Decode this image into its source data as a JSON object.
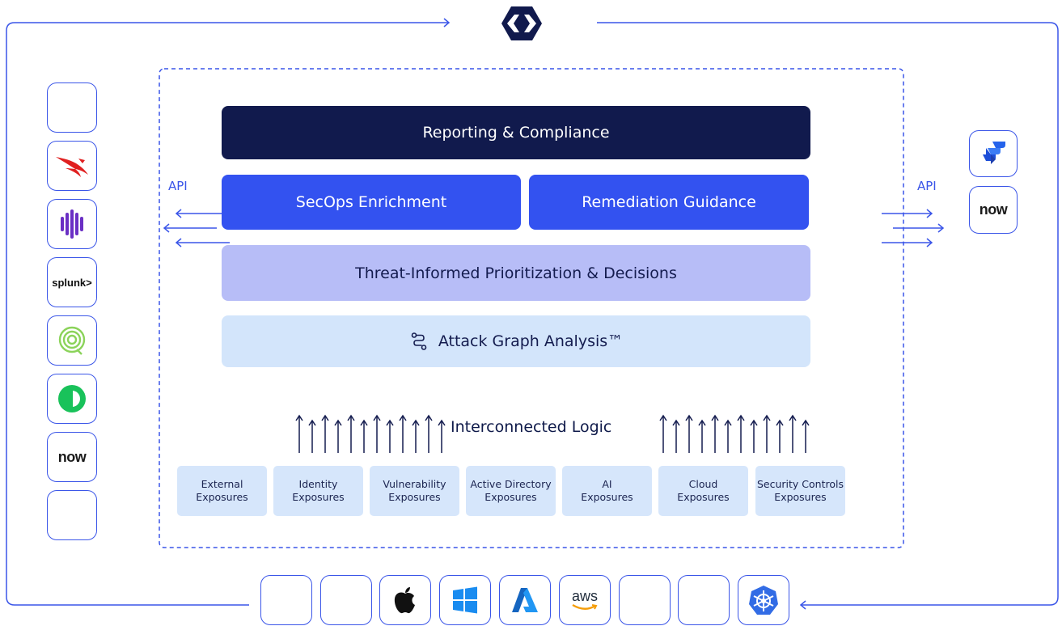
{
  "layers": {
    "reporting": "Reporting & Compliance",
    "secops": "SecOps Enrichment",
    "remediation": "Remediation Guidance",
    "prioritization": "Threat-Informed Prioritization & Decisions",
    "attack_graph": "Attack Graph Analysis™"
  },
  "api_left": "API",
  "api_right": "API",
  "logic_label": "Interconnected Logic",
  "exposures": [
    {
      "line1": "External",
      "line2": "Exposures"
    },
    {
      "line1": "Identity",
      "line2": "Exposures"
    },
    {
      "line1": "Vulnerability",
      "line2": "Exposures"
    },
    {
      "line1": "Active Directory",
      "line2": "Exposures"
    },
    {
      "line1": "AI",
      "line2": "Exposures"
    },
    {
      "line1": "Cloud",
      "line2": "Exposures"
    },
    {
      "line1": "Security Controls",
      "line2": "Exposures"
    }
  ],
  "left_integrations": [
    "blank",
    "crowdstrike-logo",
    "purple-logo",
    "splunk-logo",
    "qualys-logo",
    "green-logo",
    "servicenow-logo",
    "blank"
  ],
  "right_integrations": [
    "jira-logo",
    "servicenow-logo"
  ],
  "bottom_integrations": [
    "blank",
    "blank",
    "apple-logo",
    "windows-logo",
    "azure-logo",
    "aws-logo",
    "blank",
    "blank",
    "kubernetes-logo"
  ],
  "logo_text": {
    "splunk": "splunk>",
    "now_left": "now",
    "now_right": "now",
    "aws": "aws"
  },
  "colors": {
    "navy": "#111a4d",
    "blue": "#3352f0",
    "lavender": "#b7bdf7",
    "light_blue": "#d3e5fb",
    "accent": "#3a55e8"
  }
}
